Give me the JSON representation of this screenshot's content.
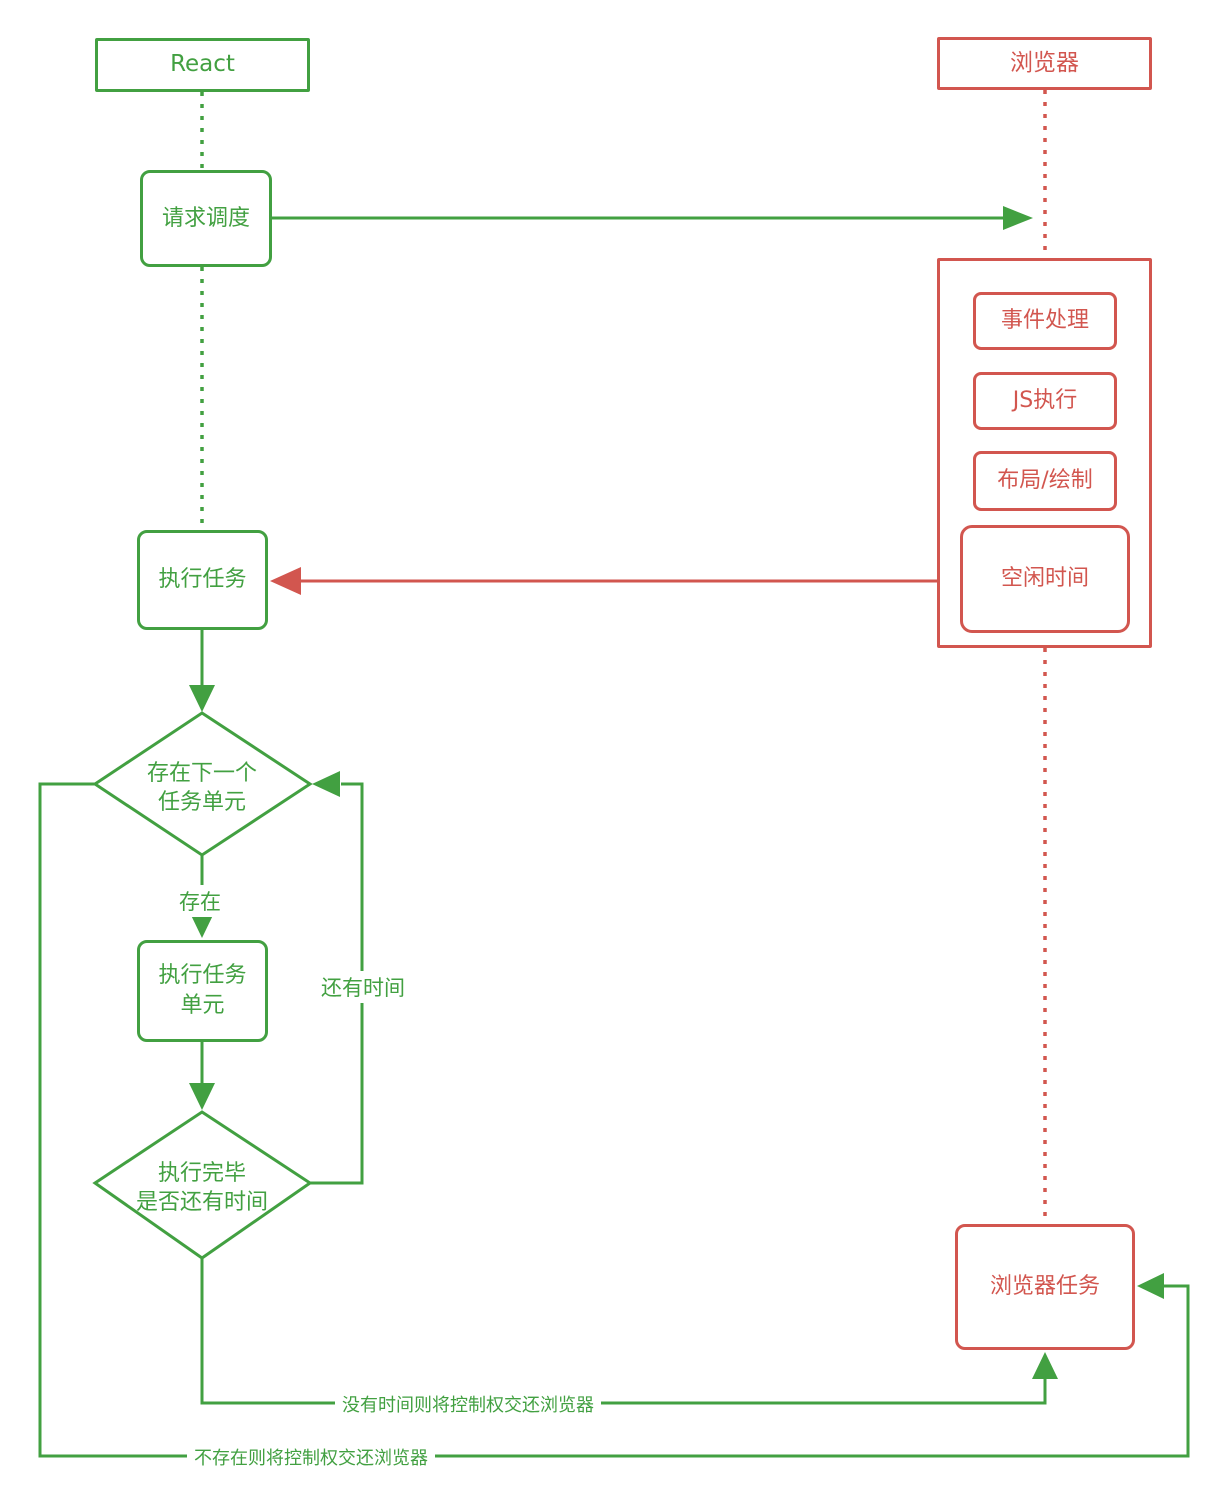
{
  "colors": {
    "green": "#42a041",
    "red": "#d2564f",
    "bg": "#ffffff"
  },
  "lanes": {
    "react": "React",
    "browser": "浏览器"
  },
  "react_flow": {
    "request_schedule": "请求调度",
    "execute_task": "执行任务",
    "decision_next_unit": {
      "line1": "存在下一个",
      "line2": "任务单元"
    },
    "execute_task_unit": {
      "line1": "执行任务",
      "line2": "单元"
    },
    "decision_has_time": {
      "line1": "执行完毕",
      "line2": "是否还有时间"
    }
  },
  "browser_flow": {
    "event_handling": "事件处理",
    "js_execution": "JS执行",
    "layout_paint": "布局/绘制",
    "idle_time": "空闲时间",
    "browser_task": "浏览器任务"
  },
  "edge_labels": {
    "exists": "存在",
    "has_time": "还有时间",
    "no_time_return": "没有时间则将控制权交还浏览器",
    "not_exists_return": "不存在则将控制权交还浏览器"
  }
}
